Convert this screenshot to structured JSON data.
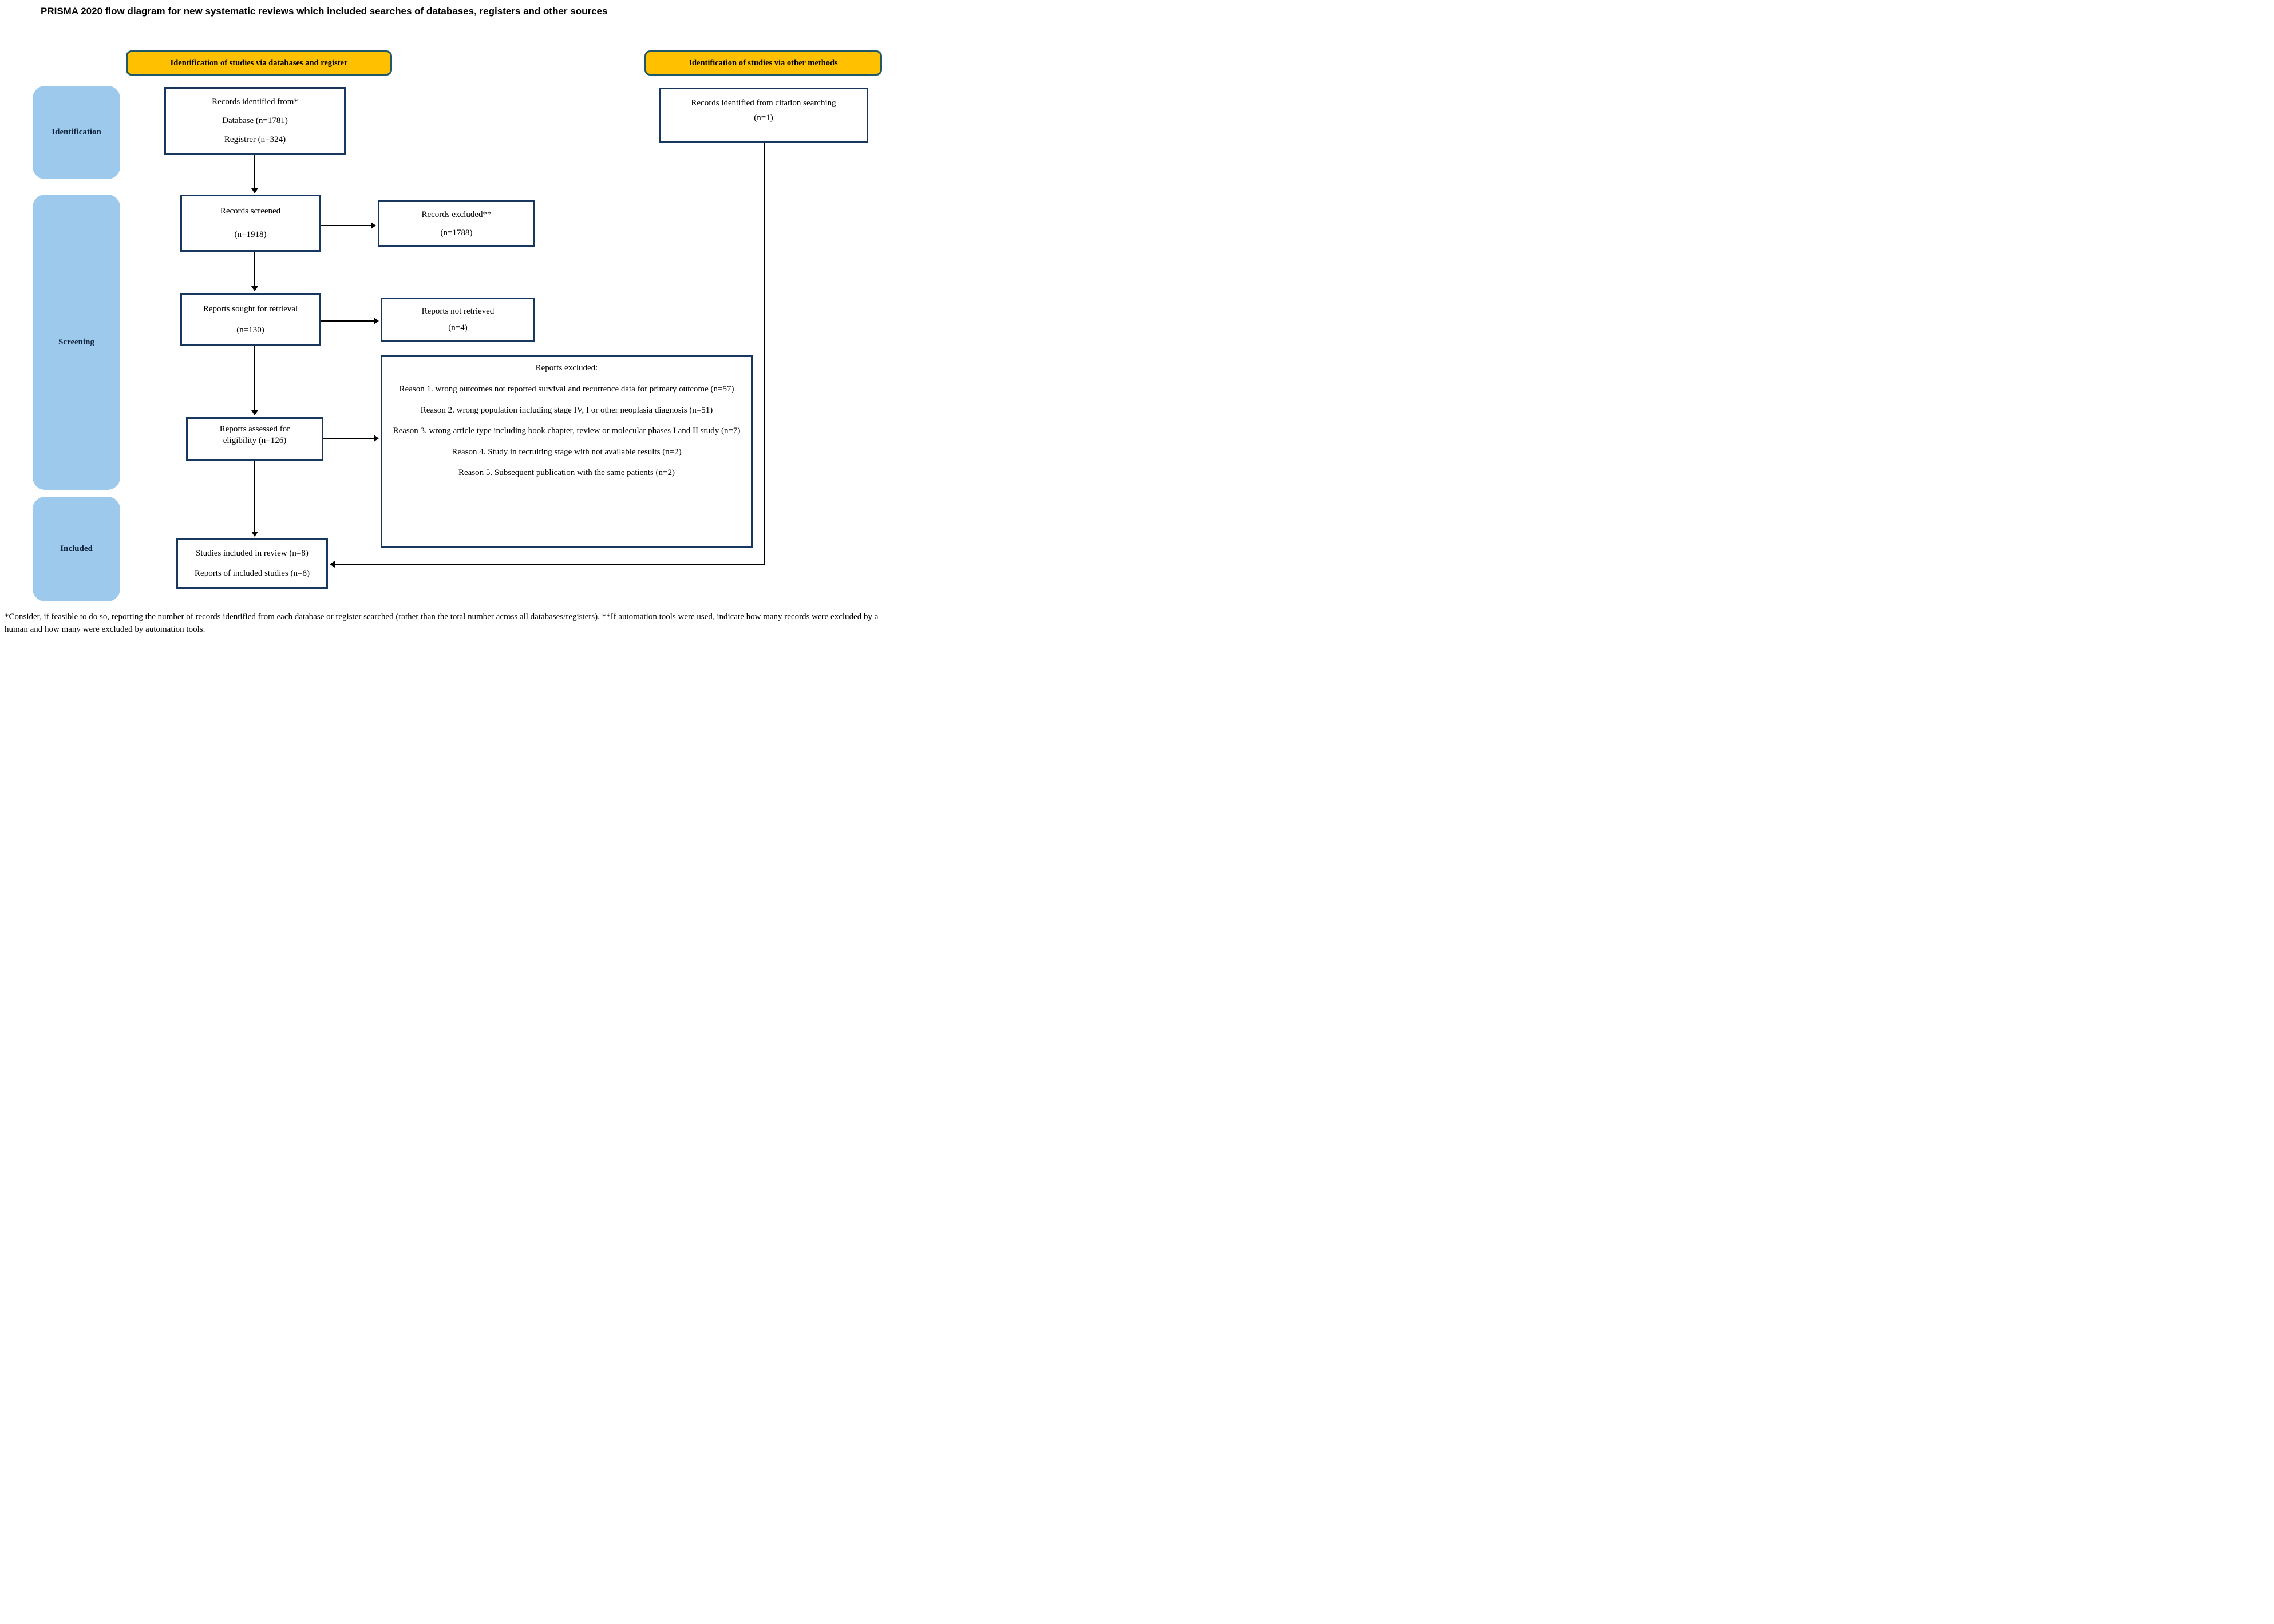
{
  "title": "PRISMA 2020 flow diagram for new systematic reviews which included searches of databases, registers and other sources",
  "colors": {
    "header_fill": "#FFC000",
    "header_border": "#215868",
    "stage_fill": "#9CC9EC",
    "box_border": "#17375E",
    "arrow": "#000000"
  },
  "headers": {
    "databases": "Identification of studies via databases and register",
    "other_methods": "Identification of studies via other methods"
  },
  "stages": [
    {
      "label": "Identification"
    },
    {
      "label": "Screening"
    },
    {
      "label": "Included"
    }
  ],
  "boxes": {
    "records_identified": {
      "lines": [
        "Records identified from*",
        "Database (n=1781)",
        "Registrer (n=324)"
      ]
    },
    "records_screened": {
      "lines": [
        "Records screened",
        "(n=1918)"
      ]
    },
    "records_excluded": {
      "lines": [
        "Records excluded**",
        "(n=1788)"
      ]
    },
    "reports_sought": {
      "lines": [
        "Reports sought for retrieval",
        "(n=130)"
      ]
    },
    "reports_not_retrieved": {
      "lines": [
        "Reports not retrieved",
        "(n=4)"
      ]
    },
    "reports_assessed": {
      "lines": [
        "Reports assessed for",
        "eligibility (n=126)"
      ]
    },
    "reports_excluded": {
      "heading": "Reports excluded:",
      "reasons": [
        "Reason 1. wrong outcomes not reported survival and recurrence data for primary outcome (n=57)",
        "Reason 2. wrong population including stage IV, I or other neoplasia diagnosis (n=51)",
        "Reason 3. wrong article type including book chapter, review or molecular phases I and II study (n=7)",
        "Reason 4. Study in recruiting stage with not available results (n=2)",
        "Reason 5. Subsequent publication with the same patients (n=2)"
      ]
    },
    "studies_included": {
      "lines": [
        "Studies included in review (n=8)",
        "Reports of included studies (n=8)"
      ]
    },
    "citation_searching": {
      "lines": [
        "Records identified from citation searching",
        "(n=1)"
      ]
    }
  },
  "footnote": "*Consider, if feasible to do so, reporting the number of records identified from each database or register searched (rather than the total number across all databases/registers). **If automation tools were used, indicate how many records were excluded by a human and how many were excluded by automation tools."
}
